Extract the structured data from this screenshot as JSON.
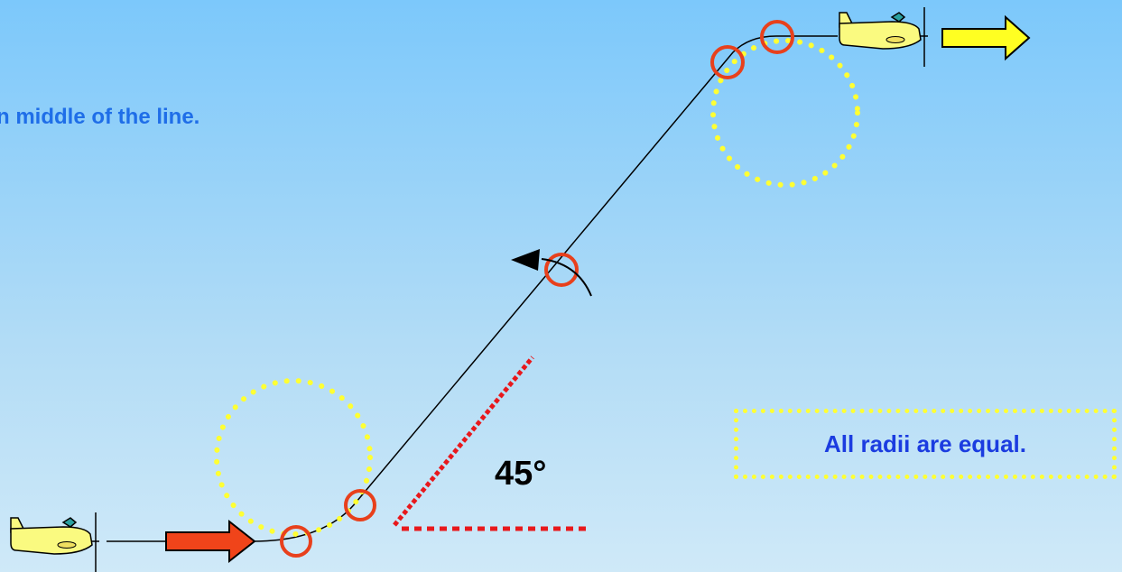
{
  "caption": "n middle of the line.",
  "angle_label": "45°",
  "note": "All radii are equal.",
  "colors": {
    "background_top": "#7cc8fb",
    "background_bottom": "#cfe9f8",
    "caption_text": "#1f6ee8",
    "note_text": "#1b3ce0",
    "note_border": "#ffff33",
    "radius_circle": "#ffff33",
    "marker_circle": "#e8401c",
    "entry_arrow": "#f0441a",
    "exit_arrow": "#ffff22",
    "angle_lines": "#e8181c",
    "flight_path": "#000000",
    "plane_body": "#fafa80",
    "plane_canopy": "#2aa0a0"
  },
  "icons": [
    "airplane-icon",
    "arrow-right-icon",
    "rotation-arrow-icon"
  ]
}
